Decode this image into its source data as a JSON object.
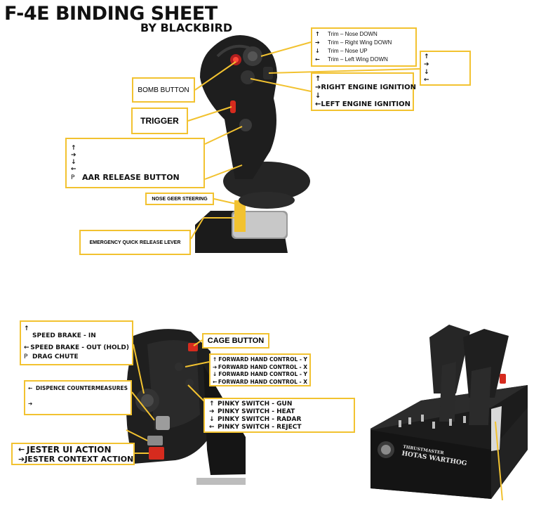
{
  "title": "F-4E BINDING SHEET",
  "subtitle": "BY BLACKBIRD",
  "icons": {
    "up": "↑",
    "right": "➔",
    "down": "↓",
    "left": "←",
    "press": "P"
  },
  "colors": {
    "accent": "#f2c230",
    "device_dark": "#1e1e1e",
    "button_red": "#d62b1e"
  },
  "trim_box": {
    "up": "Trim – Nose DOWN",
    "right": "Trim – Right Wing DOWN",
    "down": "Trim – Nose UP",
    "left": "Trim – Left Wing DOWN"
  },
  "bomb_button": "BOMB BUTTON",
  "engine_box": {
    "right": "RIGHT ENGINE IGNITION",
    "left": "LEFT ENGINE IGNITION"
  },
  "trigger": "TRIGGER",
  "aar_box": {
    "press": "AAR RELEASE BUTTON"
  },
  "nose_gear": "NOSE GEER STEERING",
  "emergency_lever": "EMERGENCY QUICK RELEASE LEVER",
  "speed_brake_box": {
    "up": "SPEED BRAKE - IN",
    "left": "SPEED BRAKE - OUT (HOLD)",
    "press": "DRAG CHUTE"
  },
  "countermeasures_box": {
    "left": "DISPENCE COUNTERMEASURES"
  },
  "jester_box": {
    "left": "JESTER UI ACTION",
    "right": "JESTER CONTEXT ACTION"
  },
  "cage_button": "CAGE BUTTON",
  "fhc_box": {
    "up": "FORWARD HAND CONTROL - Y",
    "right": "FORWARD HAND CONTROL - X",
    "down": "FORWARD HAND CONTROL - Y",
    "left": "FORWARD HAND CONTROL - X"
  },
  "pinky_box": {
    "up": "PINKY SWITCH - GUN",
    "right": "PINKY SWITCH - HEAT",
    "down": "PINKY SWITCH - RADAR",
    "left": "PINKY SWITCH - REJECT"
  },
  "throttle_brand": "THRUSTMASTER",
  "throttle_name": "HOTAS WARTHOG"
}
